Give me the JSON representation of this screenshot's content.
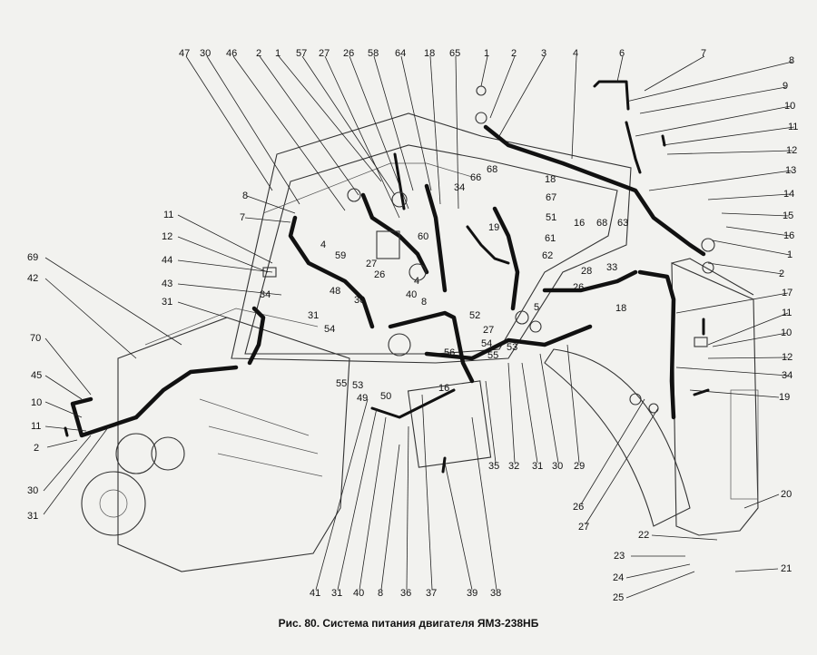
{
  "caption": "Рис. 80. Система питания двигателя ЯМЗ-238НБ",
  "callouts": [
    "47",
    "30",
    "46",
    "2",
    "1",
    "57",
    "27",
    "26",
    "58",
    "64",
    "18",
    "65",
    "1",
    "2",
    "3",
    "4",
    "6",
    "7",
    "8",
    "9",
    "10",
    "11",
    "12",
    "13",
    "14",
    "15",
    "16",
    "1",
    "2",
    "17",
    "11",
    "10",
    "12",
    "34",
    "19",
    "20",
    "21",
    "22",
    "23",
    "24",
    "25",
    "26",
    "27",
    "29",
    "30",
    "31",
    "32",
    "35",
    "38",
    "39",
    "37",
    "36",
    "8",
    "40",
    "31",
    "41",
    "30",
    "31",
    "2",
    "11",
    "10",
    "45",
    "70",
    "42",
    "69",
    "44",
    "43",
    "31",
    "12",
    "11",
    "7",
    "8",
    "34",
    "4",
    "59",
    "27",
    "26",
    "60",
    "4",
    "40",
    "8",
    "48",
    "30",
    "31",
    "54",
    "53",
    "55",
    "49",
    "50",
    "16",
    "56",
    "55",
    "54",
    "27",
    "53",
    "52",
    "67",
    "66",
    "34",
    "68",
    "18",
    "51",
    "19",
    "61",
    "62",
    "16",
    "68",
    "63",
    "28",
    "33",
    "18",
    "26",
    "5"
  ]
}
